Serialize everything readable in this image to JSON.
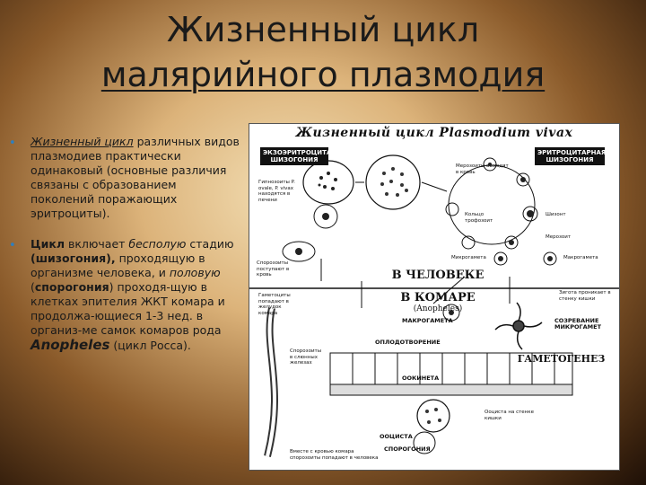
{
  "title": {
    "line1": "Жизненный цикл",
    "line2": "малярийного плазмодия"
  },
  "bullets": [
    {
      "highlight": "Жизненный цикл",
      "text": "различных видов плазмодиев практически одинаковый (основные различия связаны с образованием поколений поражающих эритроциты)."
    },
    {
      "p1": "Цикл",
      "p2": " включает ",
      "p3": "бесполую",
      "p4": " стадию ",
      "p5": "(шизогония),",
      "p6": " проходящую в организме человека, и ",
      "p7": "половую",
      "p8": " (",
      "p9": "спорогония",
      "p10": ") проходя-щую в клетках эпителия ЖКТ комара и продолжа-ющиеся 1-3 нед. в организ-ме самок комаров рода ",
      "p11": "Anopheles",
      "p12": " (цикл Росса)."
    }
  ],
  "figure": {
    "title": "Жизненный цикл Plasmodium vivax",
    "box_exo": "ЭКЗОЭРИТРОЦИТАРНАЯ ШИЗОГОНИЯ",
    "box_ery": "ЭРИТРОЦИТАРНАЯ ШИЗОГОНИЯ",
    "human": "В ЧЕЛОВЕКЕ",
    "mosquito": "В КОМАРЕ",
    "anopheles": "(Anopheles)",
    "makrogameta": "МАКРОГАМЕТА",
    "ookineta": "ООКИНЕТА",
    "oplodotvorenie": "ОПЛОДОТВОРЕНИЕ",
    "oocysta": "ООЦИСТА",
    "sporogonia": "СПОРОГОНИЯ",
    "maturation": "СОЗРЕВАНИЕ МИКРОГАМЕТ",
    "gametogenesis": "ГАМЕТОГЕНЕЗ",
    "small_labels": {
      "hypno": "Гипнозоиты P. ovale, P. vivax находятся в печени",
      "mero1": "Мерозоиты выходят в кровь",
      "troph": "Кольцо трофозоит",
      "shiz": "Шизонт",
      "mero2": "Мерозоит",
      "micro": "Микрогамета",
      "makro": "Макрогамета",
      "sporo": "Спорозоиты поступают в кровь",
      "gamet": "Гаметоциты попадают в желудок комара",
      "zygote": "Зигота проникает в стенку кишки",
      "spor_out": "Спорозоиты в слюнных железах",
      "oo_wall": "Ооциста на стенке кишки",
      "bottom": "Вместе с кровью комара спорозоиты попадают в человека"
    }
  }
}
